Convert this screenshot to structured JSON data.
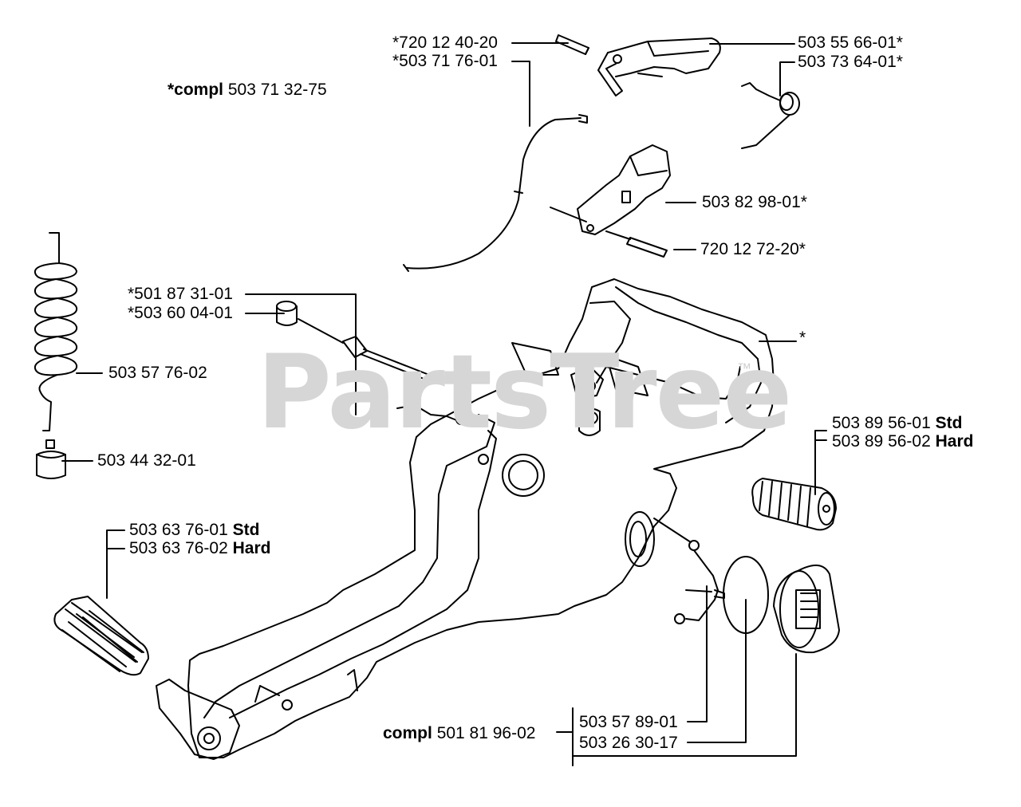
{
  "watermark": {
    "text": "PartsTree",
    "trademark": "™"
  },
  "labels": {
    "compl_top_prefix": "*compl",
    "compl_top_number": "503 71 32-75",
    "pin_top": "*720 12 40-20",
    "cable": "*503 71 76-01",
    "throttle_trigger": "503 55 66-01*",
    "trigger_spring": "503 73 64-01*",
    "throttle_lockout": "503 82 98-01*",
    "lockout_pin": "720 12 72-20*",
    "filter_part_a": "*501 87 31-01",
    "filter_part_b": "*503 60 04-01",
    "fuel_hose": "503 57 76-02",
    "fuel_filter": "503 44 32-01",
    "handle_asterisk": "*",
    "av_right_std_number": "503 89 56-01",
    "av_right_std_grade": "Std",
    "av_right_hard_number": "503 89 56-02",
    "av_right_hard_grade": "Hard",
    "av_left_std_number": "503 63 76-01",
    "av_left_std_grade": "Std",
    "av_left_hard_number": "503 63 76-02",
    "av_left_hard_grade": "Hard",
    "compl_bottom_prefix": "compl",
    "compl_bottom_number": "501 81 96-02",
    "tank_vent": "503 57 89-01",
    "o_ring": "503 26 30-17"
  }
}
